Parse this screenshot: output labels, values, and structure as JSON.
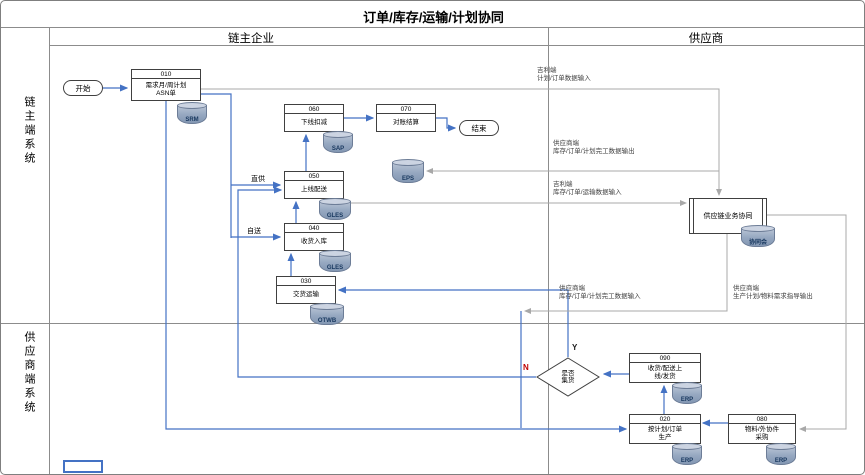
{
  "title": "订单/库存/运输/计划协同",
  "lanes": {
    "col_left": "链主企业",
    "col_right": "供应商",
    "row_top": "链主端系统",
    "row_bottom": "供应商端系统"
  },
  "nodes": {
    "start": "开始",
    "end": "结束",
    "n010": {
      "id": "010",
      "label": "需求月/周计划\nASN单",
      "db": "SRM"
    },
    "n060": {
      "id": "060",
      "label": "下线扣减",
      "db": "SAP"
    },
    "n070": {
      "id": "070",
      "label": "对账结算"
    },
    "n050": {
      "id": "050",
      "label": "上线配送",
      "db": "GLES"
    },
    "n040": {
      "id": "040",
      "label": "收货入库",
      "db": "GLES"
    },
    "n030": {
      "id": "030",
      "label": "交货运输",
      "db": "OTWB"
    },
    "collab": {
      "label": "供应链业务协同",
      "db": "协同会"
    },
    "eps": {
      "db": "EPS"
    },
    "decision": {
      "label": "是否\n集货",
      "yes": "Y",
      "no": "N"
    },
    "n090": {
      "id": "090",
      "label": "收货/配送上\n线/发货",
      "db": "ERP"
    },
    "n020": {
      "id": "020",
      "label": "按计划/订单\n生产",
      "db": "ERP"
    },
    "n080": {
      "id": "080",
      "label": "物料/外协件\n采购",
      "db": "ERP"
    }
  },
  "edge_labels": {
    "direct_supply": "直供",
    "self_delivery": "自送",
    "geely_plan_input": "吉利端\n计划/订单数据输入",
    "supplier_data_output": "供应商端\n库存/订单/计划完工数据输出",
    "geely_data_input": "吉利端\n库存/订单/运输数据输入",
    "supplier_data_input": "供应商端\n库存/订单/计划完工数据输入",
    "supplier_plan_output": "供应商端\n生产计划/物料需求指导输出"
  },
  "colors": {
    "flow_line": "#4472C4",
    "data_line": "#A8A8A8",
    "no_label": "#C00000",
    "cylinder_fill": "#95A7C0"
  }
}
